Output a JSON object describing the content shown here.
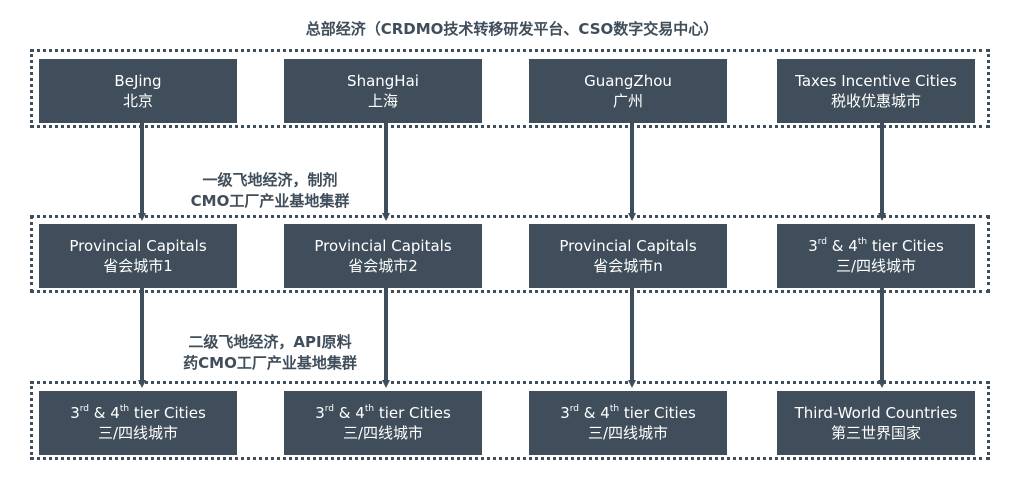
{
  "title": "总部经济（CRDMO技术转移研发平台、CSO数字交易中心）",
  "tier1": [
    {
      "en": "BeJing",
      "cn": "北京"
    },
    {
      "en": "ShangHai",
      "cn": "上海"
    },
    {
      "en": "GuangZhou",
      "cn": "广州"
    },
    {
      "en": "Taxes Incentive Cities",
      "cn": "税收优惠城市"
    }
  ],
  "tier2": [
    {
      "en": "Provincial Capitals",
      "cn": "省会城市1"
    },
    {
      "en": "Provincial Capitals",
      "cn": "省会城市2"
    },
    {
      "en": "Provincial Capitals",
      "cn": "省会城市n"
    },
    {
      "tier_a": "3",
      "sup_a": "rd",
      "amp": " & ",
      "tier_b": "4",
      "sup_b": "th",
      "tail": " tier Cities",
      "cn": "三/四线城市"
    }
  ],
  "tier3": [
    {
      "tier_a": "3",
      "sup_a": "rd",
      "amp": " & ",
      "tier_b": "4",
      "sup_b": "th",
      "tail": " tier Cities",
      "cn": "三/四线城市"
    },
    {
      "tier_a": "3",
      "sup_a": "rd",
      "amp": " & ",
      "tier_b": "4",
      "sup_b": "th",
      "tail": " tier Cities",
      "cn": "三/四线城市"
    },
    {
      "tier_a": "3",
      "sup_a": "rd",
      "amp": " & ",
      "tier_b": "4",
      "sup_b": "th",
      "tail": " tier Cities",
      "cn": "三/四线城市"
    },
    {
      "en": "Third-World Countries",
      "cn": "第三世界国家"
    }
  ],
  "label1": {
    "line1": "一级飞地经济，制剂",
    "line2": "CMO工厂产业基地集群"
  },
  "label2": {
    "line1": "二级飞地经济，API原料",
    "line2": "药CMO工厂产业基地集群"
  },
  "colors": {
    "box": "#3f4e5a",
    "text": "#3f4e5a"
  }
}
